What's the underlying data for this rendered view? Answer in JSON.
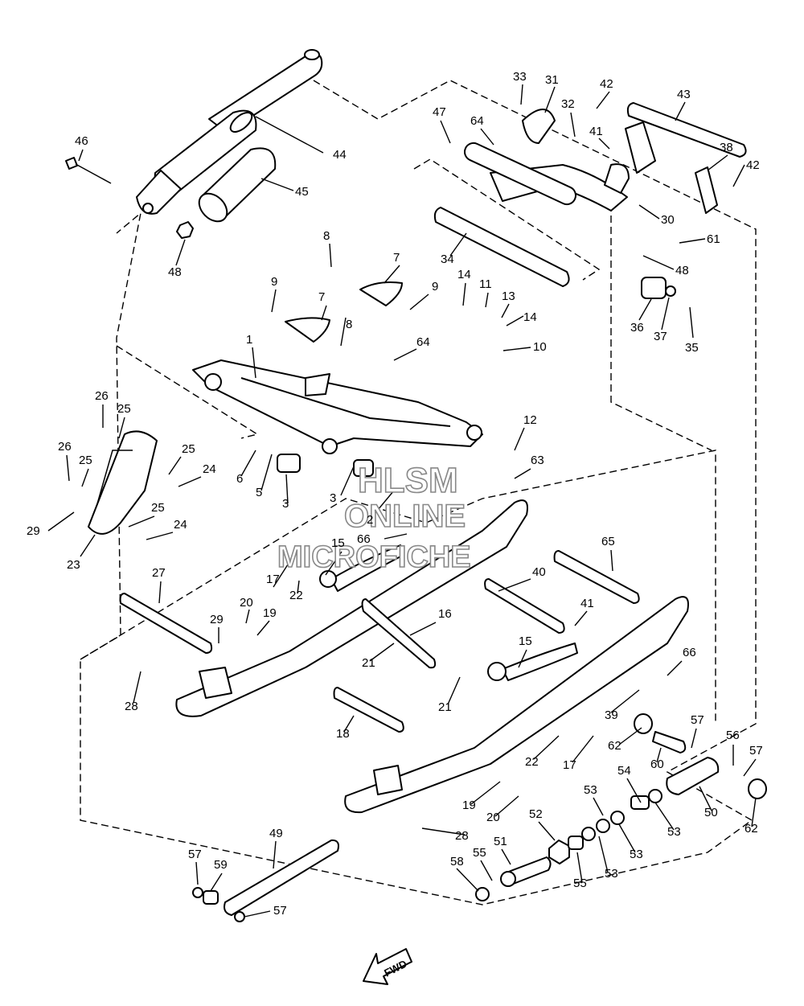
{
  "watermark": {
    "line1": "HLSM",
    "line2": "ONLINE",
    "line3": "MICROFICHE"
  },
  "direction_label": "FWD",
  "callouts": [
    {
      "id": "c1",
      "text": "33"
    },
    {
      "id": "c2",
      "text": "31"
    },
    {
      "id": "c3",
      "text": "42"
    },
    {
      "id": "c4",
      "text": "43"
    },
    {
      "id": "c5",
      "text": "47"
    },
    {
      "id": "c6",
      "text": "64"
    },
    {
      "id": "c7",
      "text": "32"
    },
    {
      "id": "c8",
      "text": "41"
    },
    {
      "id": "c9",
      "text": "38"
    },
    {
      "id": "c10",
      "text": "42"
    },
    {
      "id": "c11",
      "text": "30"
    },
    {
      "id": "c12",
      "text": "61"
    },
    {
      "id": "c13",
      "text": "48"
    },
    {
      "id": "c14",
      "text": "46"
    },
    {
      "id": "c15",
      "text": "44"
    },
    {
      "id": "c16",
      "text": "45"
    },
    {
      "id": "c17",
      "text": "48"
    },
    {
      "id": "c18",
      "text": "8"
    },
    {
      "id": "c19",
      "text": "34"
    },
    {
      "id": "c20",
      "text": "7"
    },
    {
      "id": "c21",
      "text": "9"
    },
    {
      "id": "c22",
      "text": "9"
    },
    {
      "id": "c23",
      "text": "7"
    },
    {
      "id": "c24",
      "text": "8"
    },
    {
      "id": "c25",
      "text": "14"
    },
    {
      "id": "c26",
      "text": "11"
    },
    {
      "id": "c27",
      "text": "13"
    },
    {
      "id": "c28",
      "text": "14"
    },
    {
      "id": "c29",
      "text": "36"
    },
    {
      "id": "c30",
      "text": "37"
    },
    {
      "id": "c31",
      "text": "35"
    },
    {
      "id": "c32",
      "text": "64"
    },
    {
      "id": "c33",
      "text": "10"
    },
    {
      "id": "c34",
      "text": "1"
    },
    {
      "id": "c35",
      "text": "26"
    },
    {
      "id": "c36",
      "text": "25"
    },
    {
      "id": "c37",
      "text": "26"
    },
    {
      "id": "c38",
      "text": "25"
    },
    {
      "id": "c39",
      "text": "25"
    },
    {
      "id": "c40",
      "text": "24"
    },
    {
      "id": "c41",
      "text": "6"
    },
    {
      "id": "c42",
      "text": "5"
    },
    {
      "id": "c43",
      "text": "3"
    },
    {
      "id": "c44",
      "text": "3"
    },
    {
      "id": "c45",
      "text": "2"
    },
    {
      "id": "c46",
      "text": "12"
    },
    {
      "id": "c47",
      "text": "63"
    },
    {
      "id": "c48",
      "text": "29"
    },
    {
      "id": "c49",
      "text": "25"
    },
    {
      "id": "c50",
      "text": "24"
    },
    {
      "id": "c51",
      "text": "23"
    },
    {
      "id": "c52",
      "text": "66"
    },
    {
      "id": "c53",
      "text": "15"
    },
    {
      "id": "c54",
      "text": "65"
    },
    {
      "id": "c55",
      "text": "40"
    },
    {
      "id": "c56",
      "text": "27"
    },
    {
      "id": "c57",
      "text": "17"
    },
    {
      "id": "c58",
      "text": "20"
    },
    {
      "id": "c59",
      "text": "19"
    },
    {
      "id": "c60",
      "text": "22"
    },
    {
      "id": "c61",
      "text": "29"
    },
    {
      "id": "c62",
      "text": "16"
    },
    {
      "id": "c63",
      "text": "41"
    },
    {
      "id": "c64",
      "text": "21"
    },
    {
      "id": "c65",
      "text": "15"
    },
    {
      "id": "c66",
      "text": "66"
    },
    {
      "id": "c67",
      "text": "28"
    },
    {
      "id": "c68",
      "text": "21"
    },
    {
      "id": "c69",
      "text": "39"
    },
    {
      "id": "c70",
      "text": "18"
    },
    {
      "id": "c71",
      "text": "57"
    },
    {
      "id": "c72",
      "text": "62"
    },
    {
      "id": "c73",
      "text": "60"
    },
    {
      "id": "c74",
      "text": "22"
    },
    {
      "id": "c75",
      "text": "17"
    },
    {
      "id": "c76",
      "text": "56"
    },
    {
      "id": "c77",
      "text": "57"
    },
    {
      "id": "c78",
      "text": "54"
    },
    {
      "id": "c79",
      "text": "53"
    },
    {
      "id": "c80",
      "text": "50"
    },
    {
      "id": "c81",
      "text": "62"
    },
    {
      "id": "c82",
      "text": "53"
    },
    {
      "id": "c83",
      "text": "19"
    },
    {
      "id": "c84",
      "text": "20"
    },
    {
      "id": "c85",
      "text": "52"
    },
    {
      "id": "c86",
      "text": "53"
    },
    {
      "id": "c87",
      "text": "28"
    },
    {
      "id": "c88",
      "text": "49"
    },
    {
      "id": "c89",
      "text": "51"
    },
    {
      "id": "c90",
      "text": "55"
    },
    {
      "id": "c91",
      "text": "58"
    },
    {
      "id": "c92",
      "text": "53"
    },
    {
      "id": "c93",
      "text": "55"
    },
    {
      "id": "c94",
      "text": "57"
    },
    {
      "id": "c95",
      "text": "59"
    },
    {
      "id": "c96",
      "text": "57"
    }
  ]
}
